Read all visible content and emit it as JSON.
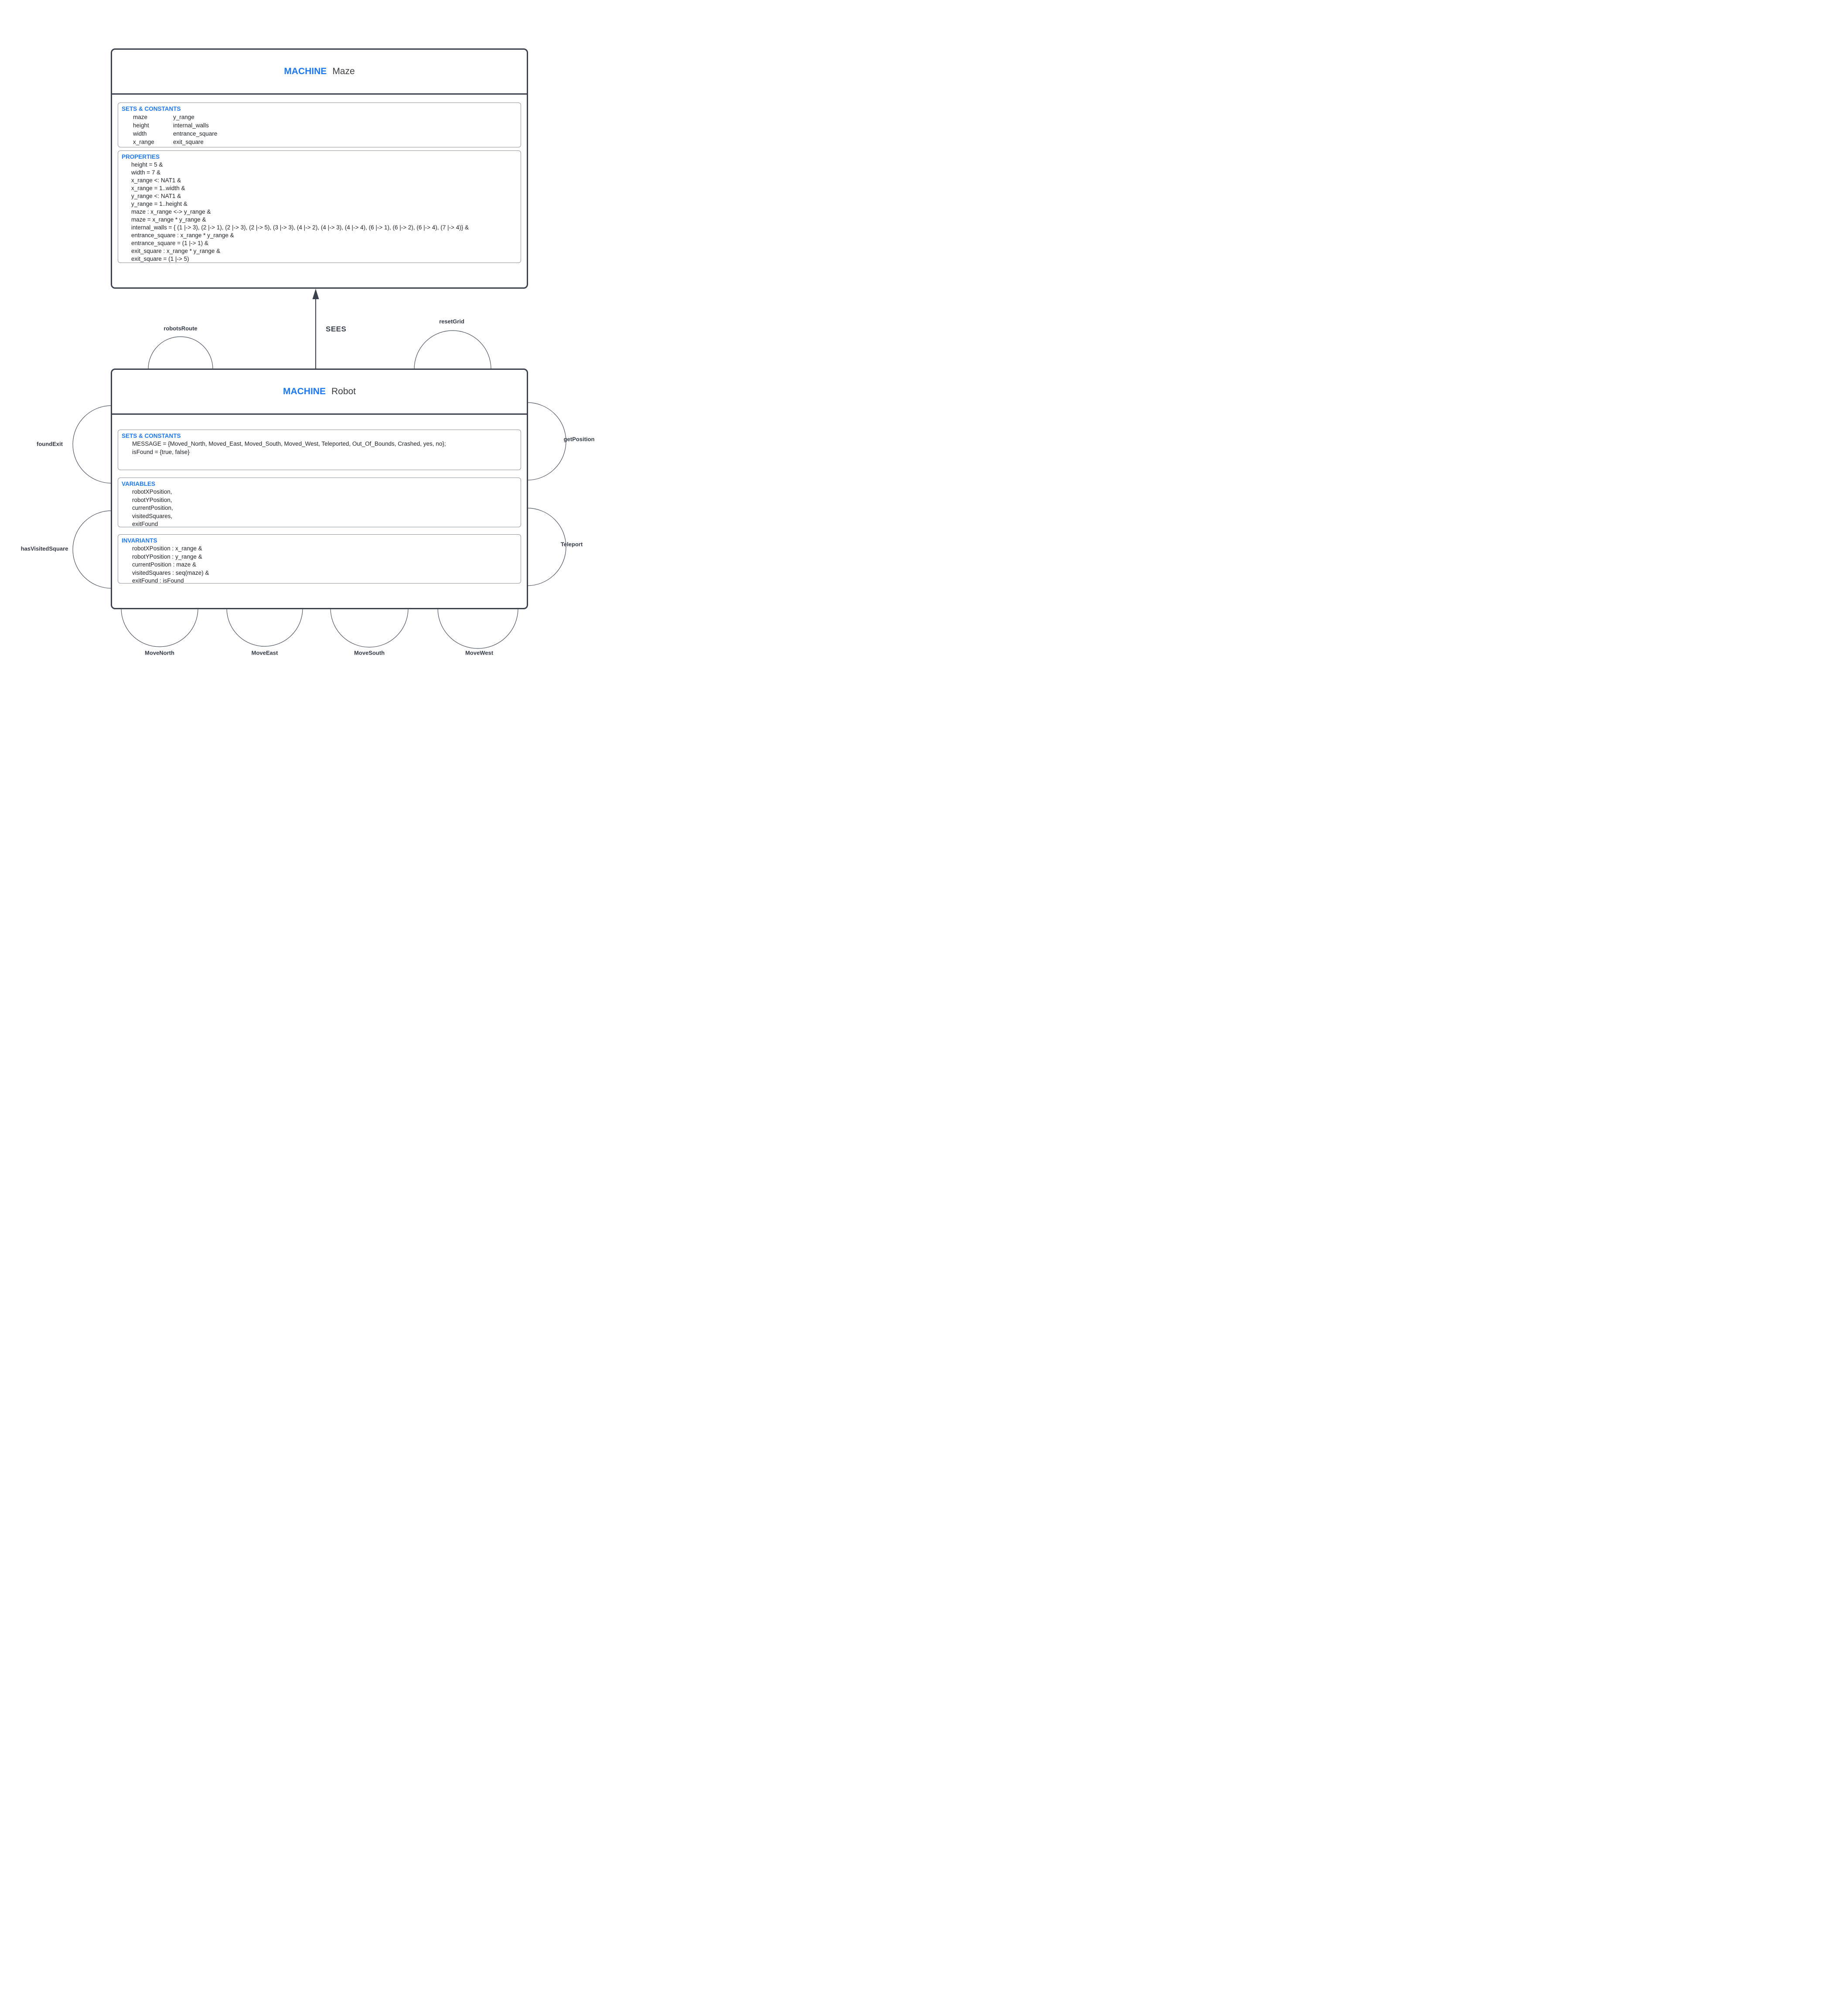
{
  "colors": {
    "accent_blue": "#1c78f0",
    "box_border": "#3a414d",
    "inner_box_border": "#8e949c",
    "body_text": "#1d2126",
    "machine_name_text": "#3c4043",
    "operation_label_text": "#333a45",
    "arc_stroke": "#4a5160"
  },
  "maze": {
    "keyword": "MACHINE",
    "name": "Maze",
    "sets_constants": {
      "title": "SETS & CONSTANTS",
      "col1": [
        "maze",
        "height",
        "width",
        "x_range"
      ],
      "col2": [
        "y_range",
        "internal_walls",
        "entrance_square",
        "exit_square"
      ]
    },
    "properties": {
      "title": "PROPERTIES",
      "lines": [
        "height = 5 &",
        "width = 7 &",
        "x_range <: NAT1 &",
        "x_range = 1..width &",
        "y_range <: NAT1 &",
        "y_range = 1..height &",
        "maze : x_range <-> y_range &",
        "maze = x_range * y_range &",
        "internal_walls = { (1 |-> 3), (2 |-> 1), (2 |-> 3), (2 |-> 5), (3 |-> 3), (4 |-> 2), (4 |-> 3), (4 |-> 4), (6 |-> 1), (6 |-> 2), (6 |-> 4), (7 |-> 4)} &",
        "entrance_square : x_range * y_range &",
        "entrance_square = (1 |-> 1) &",
        "exit_square : x_range * y_range &",
        "exit_square = (1 |-> 5)"
      ]
    }
  },
  "robot": {
    "keyword": "MACHINE",
    "name": "Robot",
    "sets_constants": {
      "title": "SETS & CONSTANTS",
      "lines": [
        "MESSAGE = {Moved_North, Moved_East, Moved_South, Moved_West, Teleported, Out_Of_Bounds, Crashed, yes, no};",
        "isFound = {true, false}"
      ]
    },
    "variables": {
      "title": "VARIABLES",
      "lines": [
        "robotXPosition,",
        "robotYPosition,",
        "currentPosition,",
        "visitedSquares,",
        "exitFound"
      ]
    },
    "invariants": {
      "title": "INVARIANTS",
      "lines": [
        "robotXPosition : x_range &",
        "robotYPosition : y_range &",
        "currentPosition : maze &",
        "visitedSquares : seq(maze) &",
        "exitFound : isFound"
      ]
    }
  },
  "relationship": {
    "label": "SEES"
  },
  "operations": {
    "robots_route": "robotsRoute",
    "reset_grid": "resetGrid",
    "found_exit": "foundExit",
    "has_visited_square": "hasVisitedSquare",
    "get_position": "getPosition",
    "teleport": "Teleport",
    "move_north": "MoveNorth",
    "move_east": "MoveEast",
    "move_south": "MoveSouth",
    "move_west": "MoveWest"
  }
}
